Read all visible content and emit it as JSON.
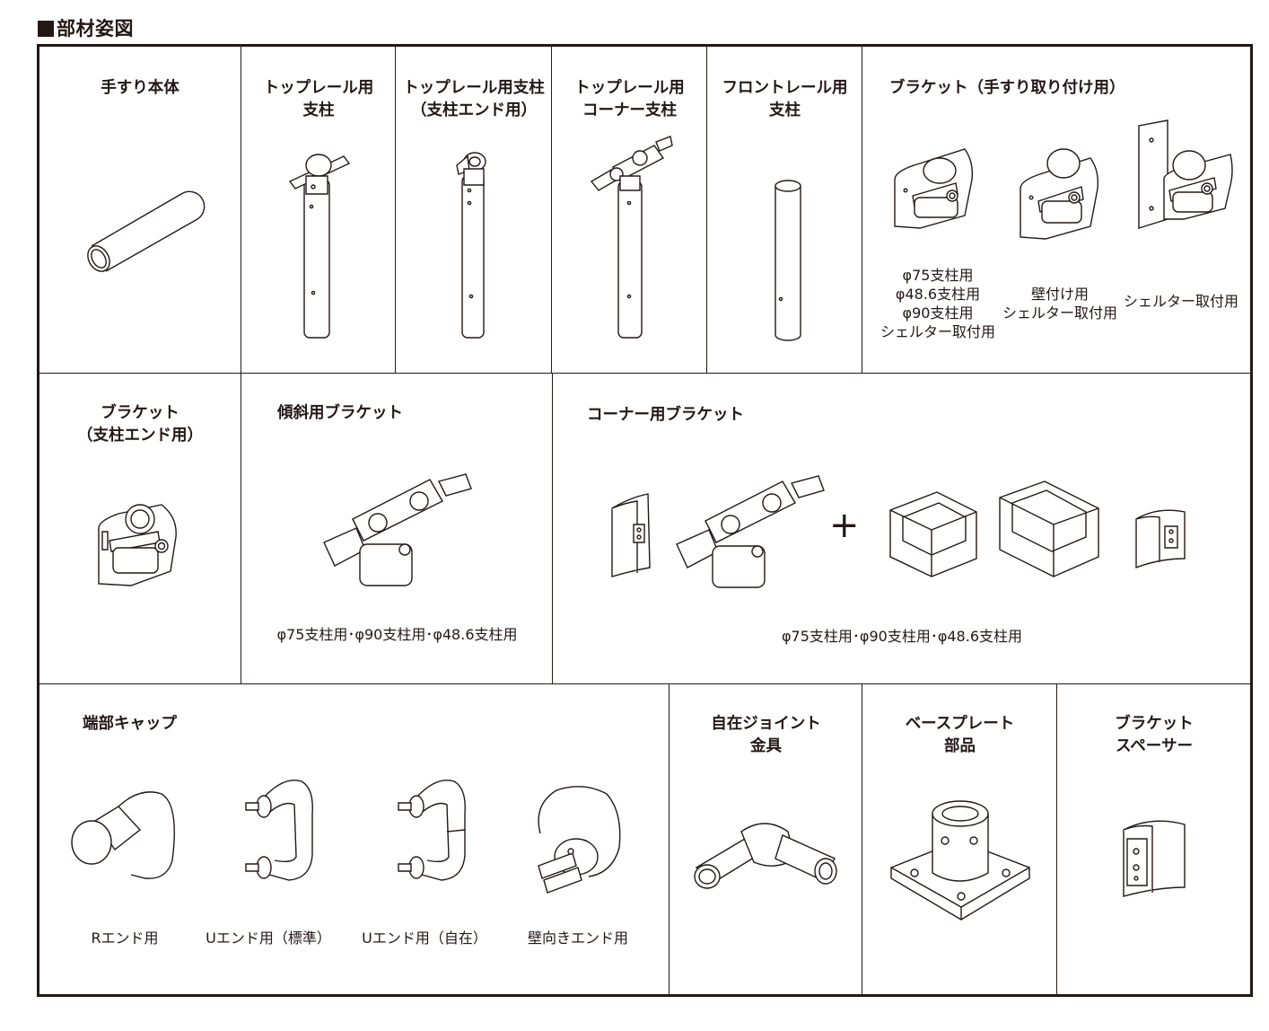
{
  "heading": "■部材姿図",
  "row1": {
    "handrail": {
      "title": "手すり本体",
      "icon": "pipe-icon"
    },
    "top_post": {
      "title": "トップレール用\n支柱",
      "icon": "post-with-clamp-icon"
    },
    "top_post_end": {
      "title": "トップレール用支柱\n（支柱エンド用）",
      "icon": "post-end-icon"
    },
    "top_corner_post": {
      "title": "トップレール用\nコーナー支柱",
      "icon": "corner-post-icon"
    },
    "front_post": {
      "title": "フロントレール用\n支柱",
      "icon": "plain-post-icon"
    },
    "bracket": {
      "title": "ブラケット（手すり取り付け用）",
      "variants": [
        {
          "caption": "φ75支柱用\nφ48.6支柱用\nφ90支柱用\nシェルター取付用",
          "icon": "saddle-bracket-icon"
        },
        {
          "caption": "壁付け用\nシェルター取付用",
          "icon": "wall-bracket-icon"
        },
        {
          "caption": "シェルター取付用",
          "icon": "shelter-bracket-icon"
        }
      ]
    }
  },
  "row2": {
    "bracket_end": {
      "title": "ブラケット\n（支柱エンド用）",
      "icon": "end-bracket-icon"
    },
    "incline_bracket": {
      "title": "傾斜用ブラケット",
      "caption": "φ75支柱用･φ90支柱用･φ48.6支柱用",
      "icon": "incline-bracket-icon"
    },
    "corner_bracket": {
      "title": "コーナー用ブラケット",
      "caption": "φ75支柱用･φ90支柱用･φ48.6支柱用",
      "plus": "+",
      "icon": "corner-bracket-icon"
    }
  },
  "row3": {
    "end_caps": {
      "title": "端部キャップ",
      "items": [
        {
          "caption": "Rエンド用",
          "icon": "r-end-cap-icon"
        },
        {
          "caption": "Uエンド用（標準）",
          "icon": "u-end-standard-icon"
        },
        {
          "caption": "Uエンド用（自在）",
          "icon": "u-end-flexible-icon"
        },
        {
          "caption": "壁向きエンド用",
          "icon": "wall-end-cap-icon"
        }
      ]
    },
    "joint": {
      "title": "自在ジョイント\n金具",
      "icon": "elbow-joint-icon"
    },
    "base_plate": {
      "title": "ベースプレート\n部品",
      "icon": "base-plate-icon"
    },
    "spacer": {
      "title": "ブラケット\nスペーサー",
      "icon": "spacer-icon"
    }
  }
}
